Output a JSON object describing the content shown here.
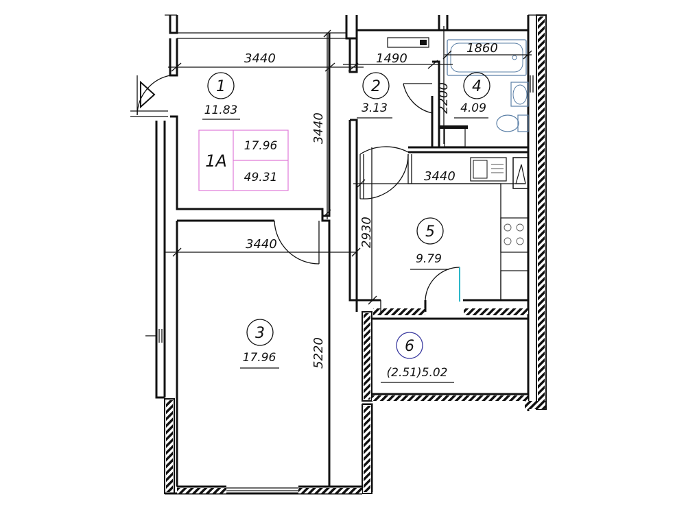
{
  "colors": {
    "line": "#111111",
    "apartment_box": "#e07ad8",
    "fixture": "#5a7fa6",
    "door_highlight": "#2bb7c9",
    "balcony_circle": "#3a3aa0"
  },
  "apartment": {
    "code": "1A",
    "living_area": "17.96",
    "total_area": "49.31"
  },
  "rooms": [
    {
      "number": "1",
      "area": "11.83"
    },
    {
      "number": "2",
      "area": "3.13"
    },
    {
      "number": "3",
      "area": "17.96"
    },
    {
      "number": "4",
      "area": "4.09"
    },
    {
      "number": "5",
      "area": "9.79"
    },
    {
      "number": "6",
      "area": "(2.51)5.02"
    }
  ],
  "dimensions": {
    "room1_width": "3440",
    "room1_depth": "3440",
    "hall_width": "1490",
    "bath_width": "1860",
    "bath_depth": "2200",
    "kitchen_width": "3440",
    "kitchen_depth": "2930",
    "room3_width": "3440",
    "room3_depth": "5220"
  },
  "icons": {
    "entrance": "entrance-arrow-icon",
    "bathtub": "bathtub-icon",
    "sink": "sink-icon",
    "toilet": "toilet-icon",
    "stove": "stove-icon",
    "kitchen_sink": "kitchen-sink-icon"
  }
}
